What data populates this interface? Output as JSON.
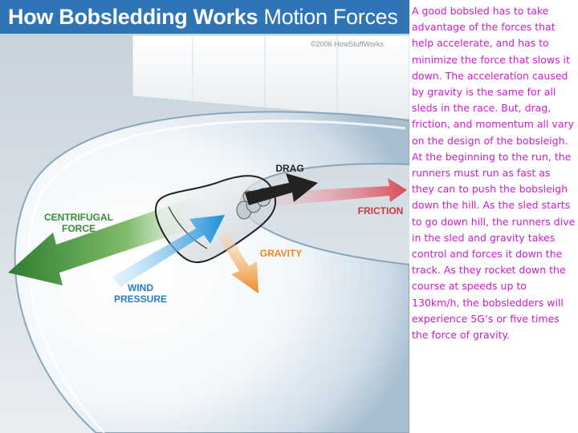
{
  "figure": {
    "title_bold": "How Bobsledding Works",
    "title_light": "Motion Forces",
    "copyright": "©2006 HowStuffWorks",
    "labels": {
      "drag": "DRAG",
      "friction": "FRICTION",
      "centrifugal": "CENTRIFUGAL\nFORCE",
      "gravity": "GRAVITY",
      "wind": "WIND\nPRESSURE"
    },
    "colors": {
      "title_bar": "#2f74b5",
      "drag": "#222222",
      "friction": "#c73a45",
      "centrifugal": "#3a8a3a",
      "gravity": "#e98a22",
      "wind": "#2a7cc7",
      "body_text": "#d11ad1"
    }
  },
  "text": {
    "paragraph_1": " A good bobsled has to take advantage of the forces that help accelerate, and has to minimize the force that slows it down. The acceleration caused by gravity is the same for all sleds in the race. But, drag, friction, and momentum all vary on the design of the bobsleigh.",
    "paragraph_2": "At the beginning to the run, the runners must run as fast as they can to push the bobsleigh down the hill. As the sled starts to go down hill, the runners dive in the sled and gravity takes control and forces it down the track. As they rocket down the course at speeds up to 130km/h, the bobsledders will experience 5G’s or five times the force of gravity."
  }
}
